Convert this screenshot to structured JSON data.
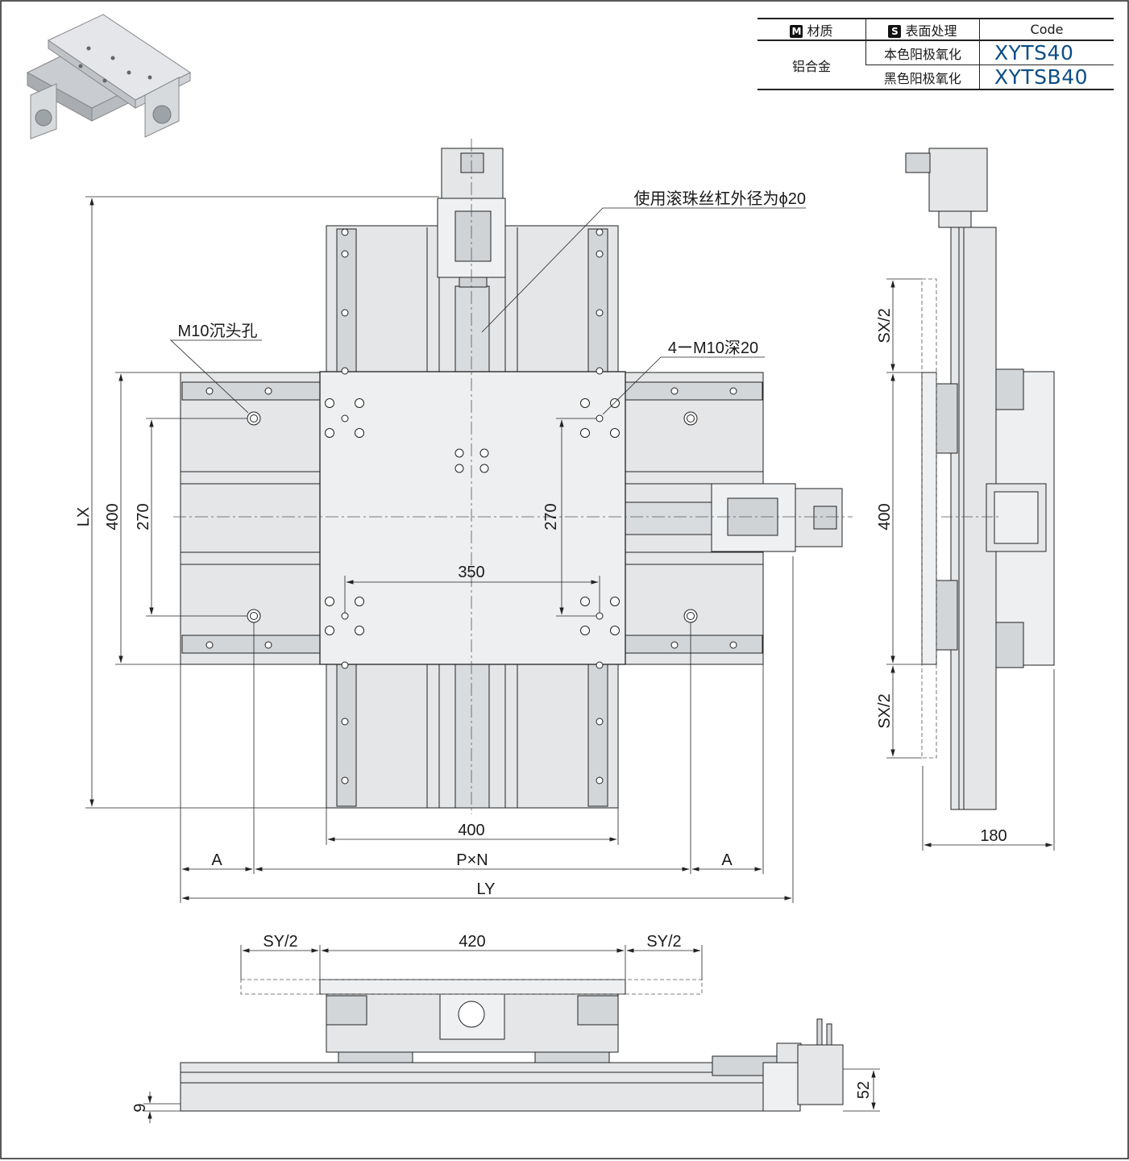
{
  "spec_table": {
    "header": {
      "material_badge": "M",
      "material": "材质",
      "surface_badge": "S",
      "surface": "表面处理",
      "code": "Code"
    },
    "rows": [
      {
        "material": "铝合金",
        "surface": "本色阳极氧化",
        "code": "XYTS40"
      },
      {
        "surface": "黑色阳极氧化",
        "code": "XYTSB40"
      }
    ]
  },
  "callouts": {
    "ball_screw": "使用滚珠丝杠外径为ϕ20",
    "counterbore": "M10沉头孔",
    "tapped_holes": "4ーM10深20"
  },
  "dimensions": {
    "LX": "LX",
    "LY": "LY",
    "base_width_400": "400",
    "table_400": "400",
    "hole_pitch_270": "270",
    "hole_pitch_270_inner": "270",
    "hole_pitch_350": "350",
    "A_left": "A",
    "A_right": "A",
    "PxN": "P×N",
    "SX2_top": "SX/2",
    "SX2_bottom": "SX/2",
    "side_400": "400",
    "width_180": "180",
    "SY2_left": "SY/2",
    "SY2_right": "SY/2",
    "width_420": "420",
    "height_52": "52",
    "height_9": "9"
  },
  "colors": {
    "line": "#222222",
    "metal": "#e4e6e8",
    "metal_dark": "#c9cccf",
    "table": "#eeeff0",
    "code_blue": "#0a4d86"
  },
  "icons": {
    "product_photo": "xy-stage-product-icon"
  }
}
